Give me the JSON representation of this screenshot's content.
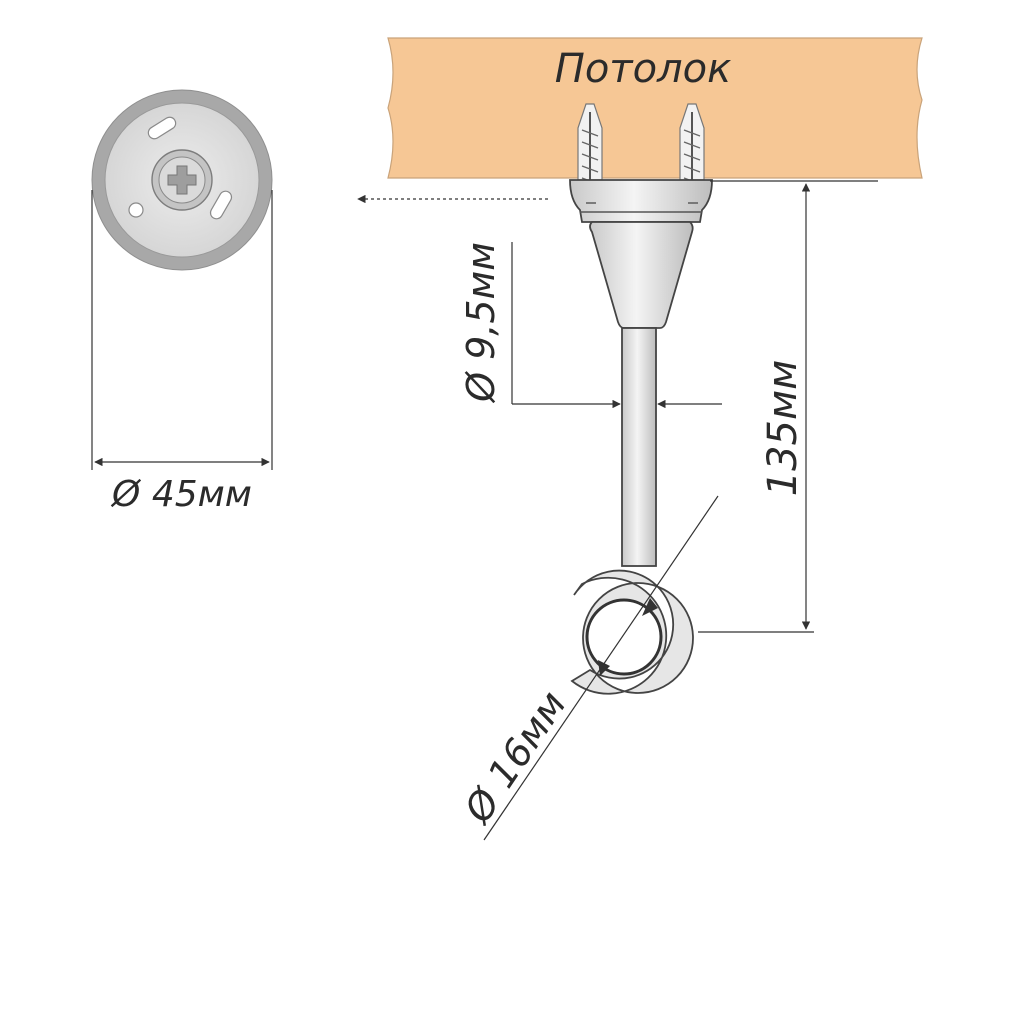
{
  "ceiling": {
    "label": "Потолок"
  },
  "dimensions": {
    "base_diameter": "Ø 45мм",
    "rod_diameter": "Ø 9,5мм",
    "height": "135мм",
    "ring_diameter": "Ø 16мм"
  },
  "colors": {
    "wood": "#f6c795",
    "metal": "#e3e3e3",
    "metal_dark": "#a5a5a5",
    "outline": "#3a3a3a"
  }
}
